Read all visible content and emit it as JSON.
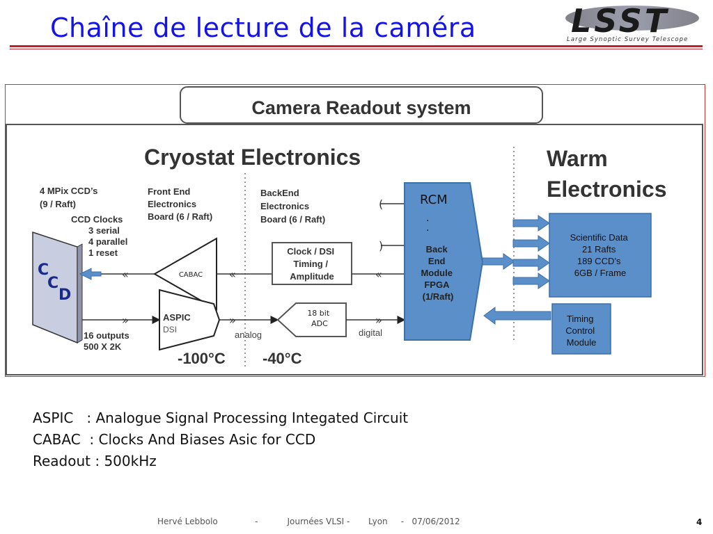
{
  "slide": {
    "title": "Chaîne de lecture de la caméra",
    "page_number": "4"
  },
  "logo": {
    "wordmark": "LSST",
    "tagline": "Large Synoptic Survey Telescope"
  },
  "diagram": {
    "header": "Camera Readout system",
    "sections": {
      "cryostat": "Cryostat Electronics",
      "warm_line1": "Warm",
      "warm_line2": "Electronics"
    },
    "ccd": {
      "label": "CCD",
      "desc": [
        "4 MPix  CCD’s",
        "(9 / Raft)"
      ],
      "clocks": [
        "CCD Clocks",
        "3 serial",
        "4 parallel",
        "1 reset"
      ],
      "outputs": [
        "16 outputs",
        "500 X 2K"
      ]
    },
    "front_end": [
      "Front End",
      "Electronics",
      "Board  (6 / Raft)"
    ],
    "back_end": [
      "BackEnd",
      "Electronics",
      "Board (6 / Raft)"
    ],
    "cabac": "CABAC",
    "aspic": {
      "name": "ASPIC",
      "sub": "DSI"
    },
    "clock_box": [
      "Clock / DSI",
      "Timing /",
      "Amplitude"
    ],
    "adc": [
      "18 bit",
      "ADC"
    ],
    "rcm": "RCM",
    "backend_module": [
      "Back",
      "End",
      "Module",
      "FPGA",
      "(1/Raft)"
    ],
    "scientific_data": [
      "Scientific Data",
      "21 Rafts",
      "189 CCD’s",
      "6GB / Frame"
    ],
    "timing_module": [
      "Timing",
      "Control",
      "Module"
    ],
    "signal_labels": {
      "analog": "analog",
      "digital": "digital"
    },
    "temperatures": {
      "cold": "-100°C",
      "warm": "-40°C"
    },
    "colors": {
      "module_blue": "#5b8fc9",
      "module_border": "#3d6fa8",
      "frame_red": "#d23030"
    }
  },
  "legend": [
    "ASPIC   : Analogue Signal Processing Integated Circuit",
    "CABAC  : Clocks And Biases Asic for CCD",
    "Readout : 500kHz"
  ],
  "footer": {
    "author": "Hervé Lebbolo",
    "sep1": "-",
    "event": "Journées VLSI -",
    "place": "Lyon",
    "sep2": "-",
    "date": "07/06/2012"
  }
}
